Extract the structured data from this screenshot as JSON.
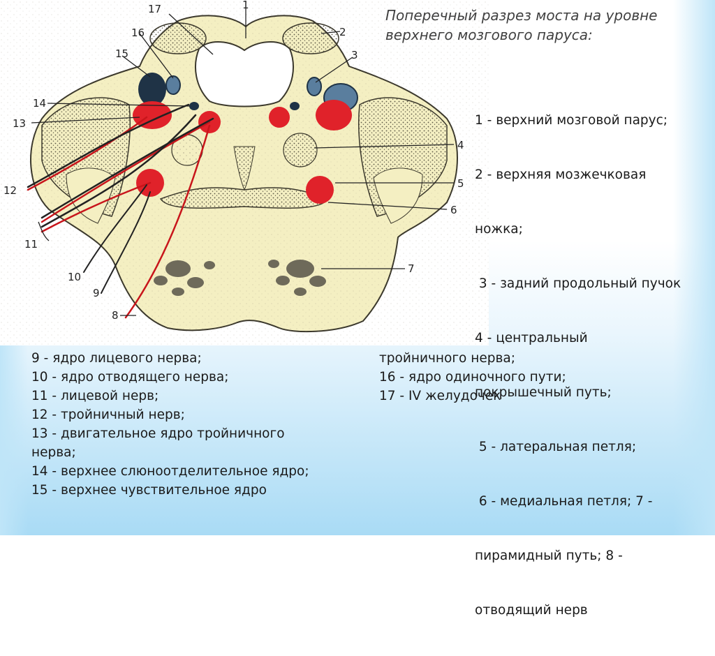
{
  "title": "Поперечный разрез моста на уровне верхнего мозгового паруса:",
  "legend_right": [
    "1 - верхний мозговой парус;",
    "2 - верхняя мозжечковая",
    "ножка;",
    " 3 - задний продольный пучок",
    "4 - центральный",
    "покрышечный путь;",
    " 5 - латеральная петля;",
    " 6 - медиальная петля; 7 -",
    "пирамидный путь; 8 -",
    "отводящий нерв"
  ],
  "legend_bottom_left": [
    "9 - ядро лицевого нерва;",
    "10 - ядро отводящего нерва;",
    "11 - лицевой нерв;",
    "12 - тройничный нерв;",
    "13 - двигательное ядро тройничного",
    "нерва;",
    "14 - верхнее слюноотделительное ядро;",
    "15 - верхнее чувствительное ядро"
  ],
  "legend_bottom_right": [
    "тройничного нерва;",
    "16 - ядро одиночного пути;",
    "17 - IV желудочек"
  ],
  "figure_labels": {
    "l1": "1",
    "l2": "2",
    "l3": "3",
    "l4": "4",
    "l5": "5",
    "l6": "6",
    "l7": "7",
    "l8": "8",
    "l9": "9",
    "l10": "10",
    "l11": "11",
    "l12": "12",
    "l13": "13",
    "l14": "14",
    "l15": "15",
    "l16": "16",
    "l17": "17"
  },
  "colors": {
    "tissue": "#f4efc2",
    "dark_tract": "#6e6a5a",
    "nucleus_red": "#e0222a",
    "nucleus_dark_blue": "#1f3346",
    "nucleus_blue": "#5a7e9e",
    "nerve_line": "#c8151b"
  }
}
